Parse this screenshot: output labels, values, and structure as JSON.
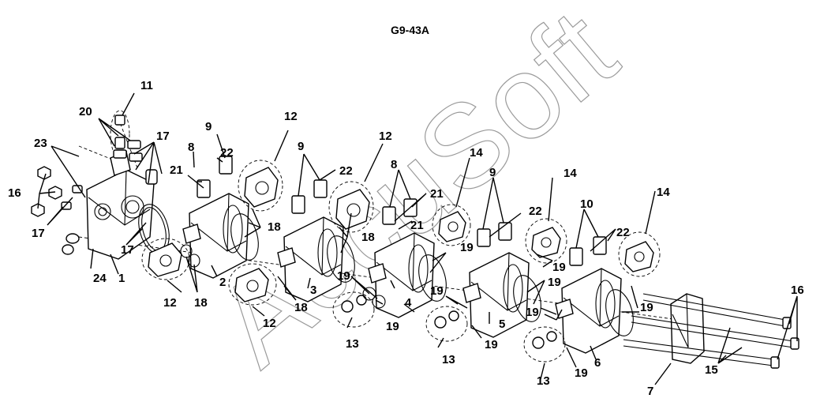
{
  "diagram": {
    "title": "G9-43A",
    "watermark": "AccuSoft",
    "callouts": [
      "1",
      "2",
      "3",
      "4",
      "5",
      "6",
      "7",
      "8",
      "9",
      "10",
      "11",
      "12",
      "13",
      "14",
      "15",
      "16",
      "17",
      "18",
      "19",
      "20",
      "21",
      "22",
      "23",
      "24"
    ]
  }
}
